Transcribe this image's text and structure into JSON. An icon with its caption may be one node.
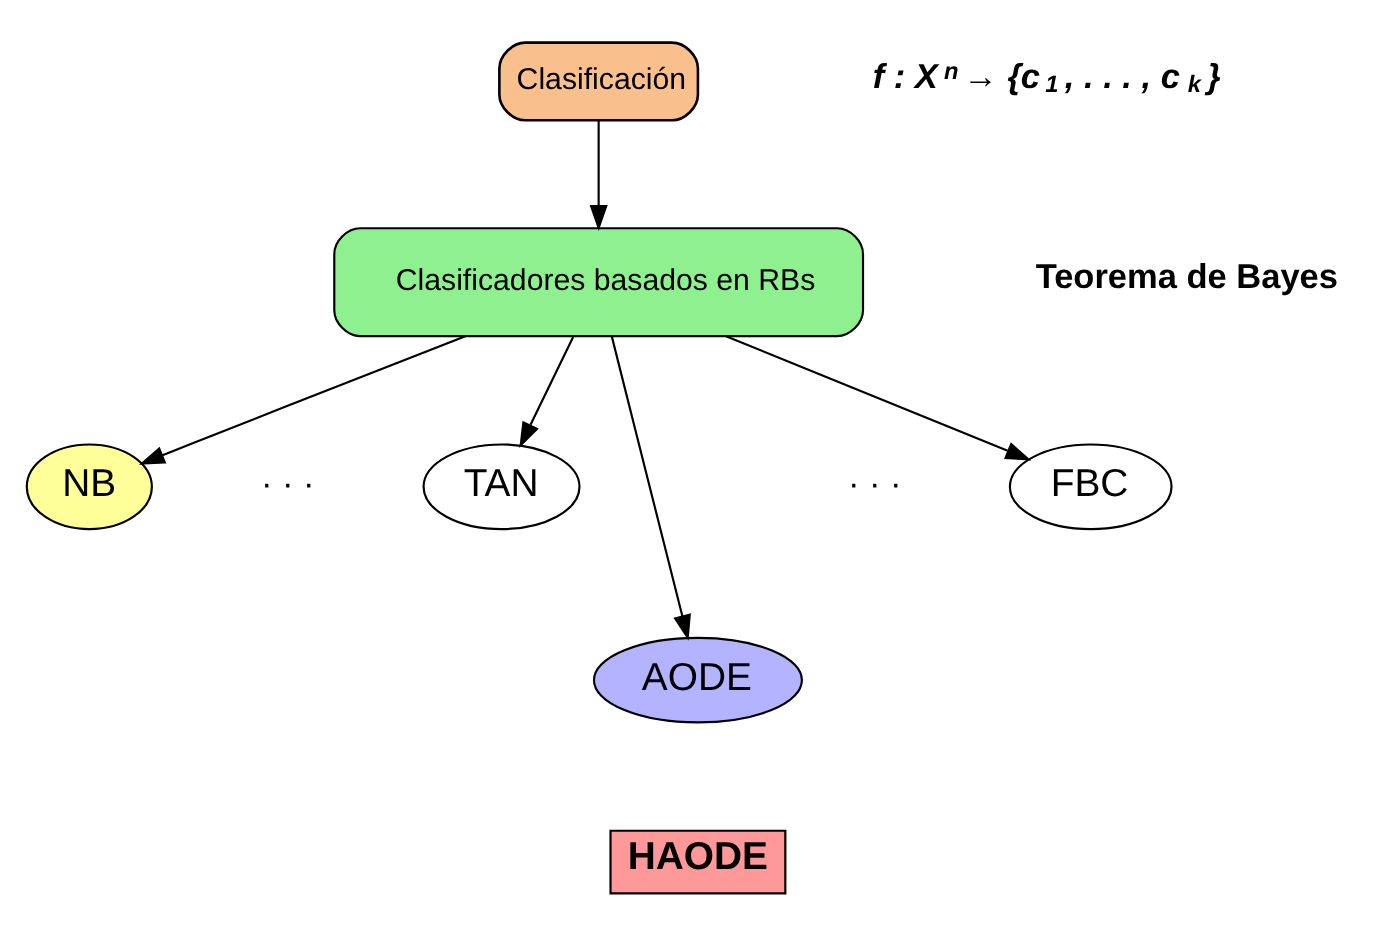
{
  "diagram": {
    "nodes": [
      {
        "text": [
          "Clasificación"
        ]
      },
      {
        "text": [
          "Clasificadores basados en RBs"
        ]
      },
      {
        "text": [
          "NB"
        ]
      },
      {
        "text": [
          "TAN"
        ]
      },
      {
        "text": [
          "AODE"
        ]
      },
      {
        "text": [
          "FBC"
        ]
      },
      {
        "text": [
          "HAODE"
        ]
      }
    ],
    "edges": [
      {
        "from": 0,
        "to": 1,
        "arrow": "to"
      },
      {
        "from": 1,
        "to": 2,
        "arrow": "to"
      },
      {
        "from": 1,
        "to": 3,
        "arrow": "to"
      },
      {
        "from": 1,
        "to": 4,
        "arrow": "to"
      },
      {
        "from": 1,
        "to": 5,
        "arrow": "to"
      }
    ],
    "labels": [
      "f : X$^{n}$→ {c$_{1}$, . . . , c$_{k}$}",
      "Teorema de Bayes",
      "· · ·",
      "· · ·"
    ]
  }
}
